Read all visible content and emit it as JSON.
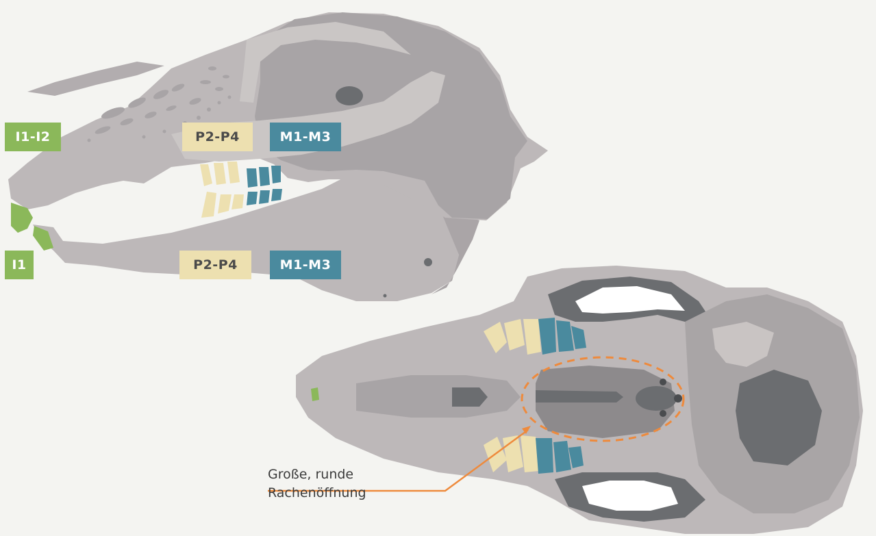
{
  "upper_jaw_labels": {
    "incisors": "I1-I2",
    "premolars": "P2-P4",
    "molars": "M1-M3"
  },
  "lower_jaw_labels": {
    "incisors": "I1",
    "premolars": "P2-P4",
    "molars": "M1-M3"
  },
  "annotation": {
    "line1": "Große, runde",
    "line2": "Rachenöffnung"
  },
  "colors": {
    "incisor": "#8bb85a",
    "premolar": "#ede0b0",
    "molar": "#4a8a9e",
    "bone_light": "#bdb8b8",
    "bone_mid": "#a9a5a6",
    "bone_dark": "#6b6d70",
    "annotation_accent": "#ee8a3c"
  }
}
